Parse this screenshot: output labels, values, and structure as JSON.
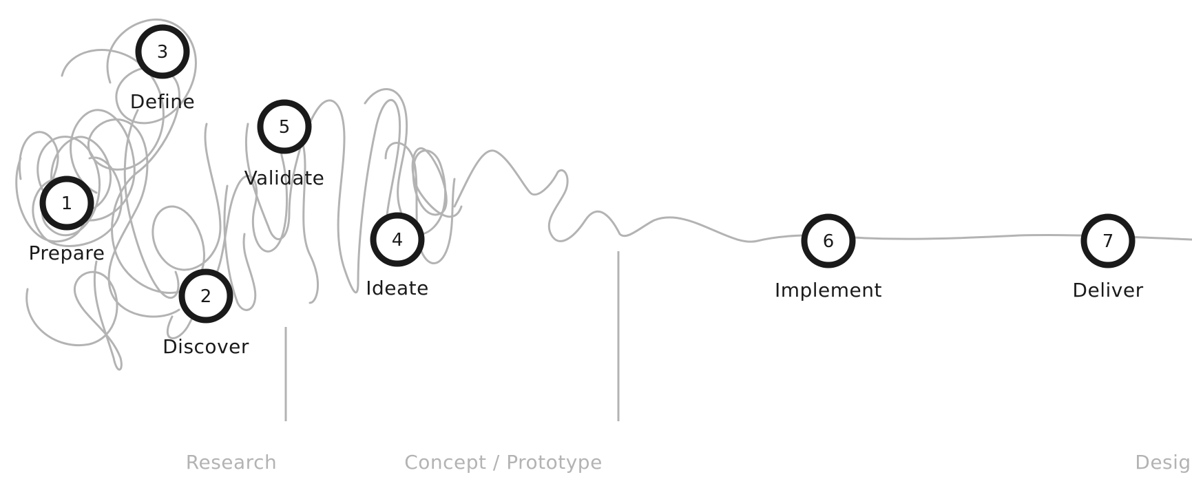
{
  "steps": [
    {
      "number": "1",
      "label": "Prepare"
    },
    {
      "number": "2",
      "label": "Discover"
    },
    {
      "number": "3",
      "label": "Define"
    },
    {
      "number": "4",
      "label": "Ideate"
    },
    {
      "number": "5",
      "label": "Validate"
    },
    {
      "number": "6",
      "label": "Implement"
    },
    {
      "number": "7",
      "label": "Deliver"
    }
  ],
  "phases": [
    {
      "label": "Research"
    },
    {
      "label": "Concept / Prototype"
    },
    {
      "label": "Desigr"
    }
  ],
  "colors": {
    "ink": "#1a1a1a",
    "line": "#b3b3b3",
    "background": "#ffffff"
  }
}
